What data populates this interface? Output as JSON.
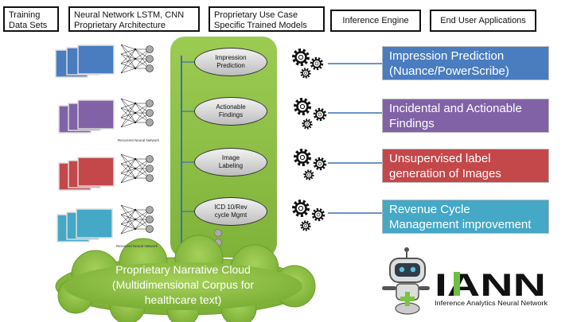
{
  "headers": [
    {
      "id": "training",
      "text": "Training\nData Sets"
    },
    {
      "id": "nn",
      "text": "Neural Network LSTM, CNN\nProprietary Architecture"
    },
    {
      "id": "usecase",
      "text": "Proprietary Use Case\nSpecific Trained Models"
    },
    {
      "id": "inference",
      "text": "Inference Engine"
    },
    {
      "id": "enduser",
      "text": "End User Applications"
    }
  ],
  "models": [
    {
      "label": "Impression\nPrediction"
    },
    {
      "label": "Actionable\nFindings"
    },
    {
      "label": "Image\nLabeling"
    },
    {
      "label": "ICD 10/Rev\ncycle Mgmt"
    }
  ],
  "applications": [
    {
      "text": "Impression Prediction\n(Nuance/PowerScribe)",
      "color": "#4a7cc0"
    },
    {
      "text": "Incidental and Actionable\nFindings",
      "color": "#8162a7"
    },
    {
      "text": "Unsupervised label\ngeneration of Images",
      "color": "#c4474a"
    },
    {
      "text": "Revenue Cycle\nManagement improvement",
      "color": "#44a8c6"
    }
  ],
  "datasets": [
    {
      "color": "#4a7cc0"
    },
    {
      "color": "#8162a7"
    },
    {
      "color": "#c4474a"
    },
    {
      "color": "#44a8c6"
    }
  ],
  "network_captions": [
    "Recurrent Neural Network",
    "Recurrent Neural Network"
  ],
  "cloud": {
    "text": "Proprietary Narrative Cloud\n(Multidimensional Corpus for\nhealthcare text)"
  },
  "brand": {
    "name": "IANN",
    "tagline": "Inference Analytics Neural Network"
  },
  "colors": {
    "green": "#8dbf3f",
    "cloud": "#8cbc45",
    "connector": "#3a70b0"
  }
}
